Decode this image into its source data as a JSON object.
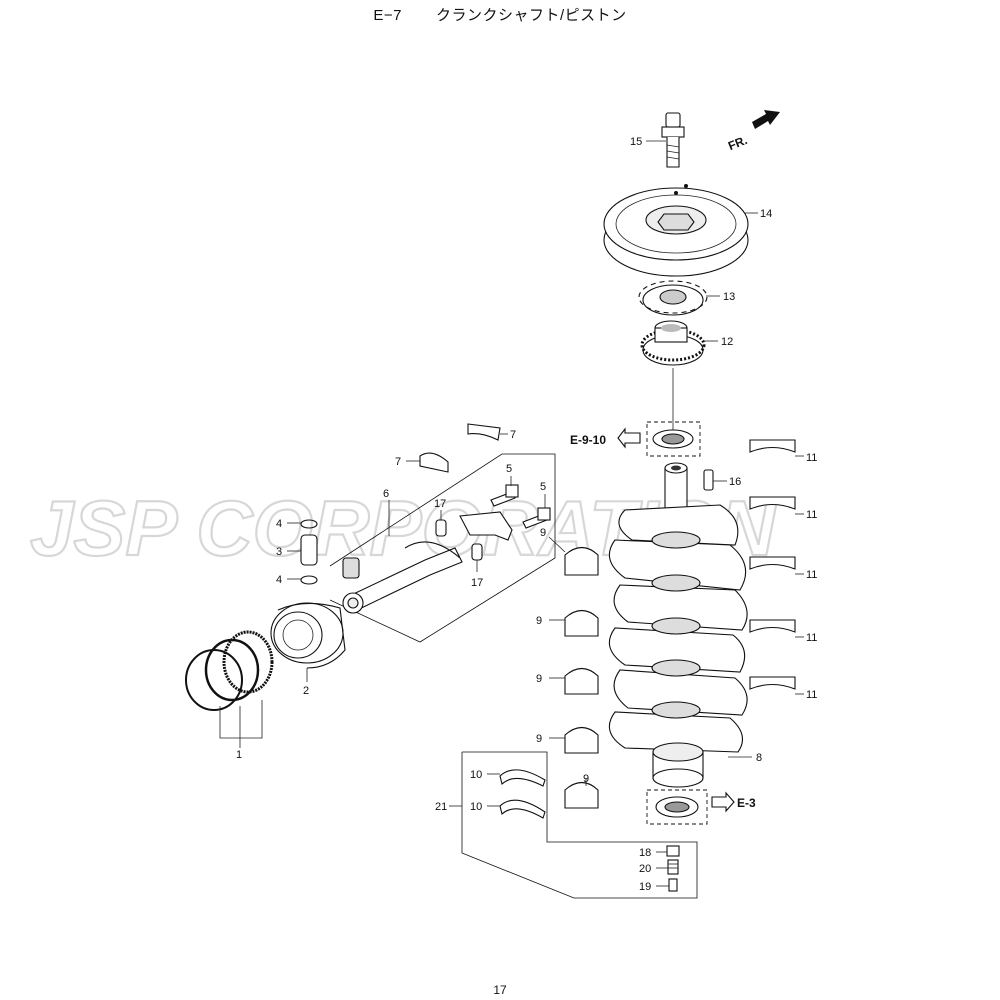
{
  "header": {
    "code": "E−7",
    "title": "クランクシャフト/ピストン"
  },
  "watermark": "JSP CORPORATION",
  "direction_label": "FR.",
  "refs": {
    "upper": "E-9-10",
    "lower": "E-3"
  },
  "page_number": "17",
  "callouts": {
    "n1": "1",
    "n2": "2",
    "n3": "3",
    "n4": "4",
    "n5": "5",
    "n6": "6",
    "n7": "7",
    "n8": "8",
    "n9": "9",
    "n10": "10",
    "n11": "11",
    "n12": "12",
    "n13": "13",
    "n14": "14",
    "n15": "15",
    "n16": "16",
    "n17": "17",
    "n18": "18",
    "n19": "19",
    "n20": "20",
    "n21": "21"
  }
}
